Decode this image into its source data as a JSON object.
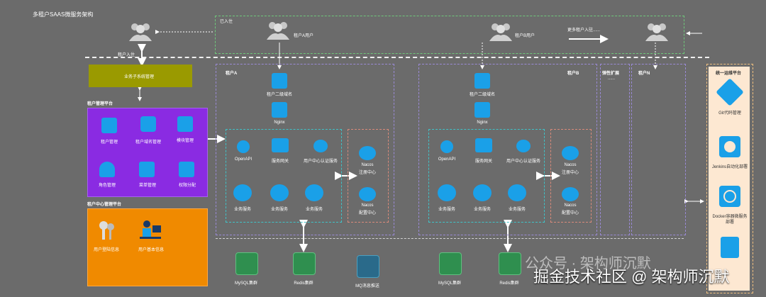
{
  "title": "多租户SAAS微服务架构",
  "top": {
    "entered": "已入住",
    "tenant_a": "租户A用户",
    "tenant_b": "租户B用户",
    "more": "更多租户入驻......",
    "tenant_entry": "租户入住"
  },
  "left": {
    "biz_mgmt": "业务子系统管理",
    "tenant_platform": "租户管理平台",
    "items": [
      "租户管理",
      "租户域名管理",
      "模块管理",
      "角色管理",
      "菜单管理",
      "权限分配"
    ],
    "user_center_platform": "租户中心管理平台",
    "user_items": [
      "用户登陆信息",
      "用户基本信息"
    ]
  },
  "zones": {
    "tenant_a": "租户A",
    "tenant_b": "租户B",
    "elastic": "弹性扩展",
    "elastic_dots": "......",
    "tenant_n": "租户N"
  },
  "cluster": {
    "domain": "租户二级域名",
    "nginx": "Nginx",
    "openapi": "OpenAPI",
    "gateway": "服务网关",
    "auth": "用户中心认证服务",
    "service": "业务服务",
    "nacos_reg": "Nacos\n注册中心",
    "nacos_cfg": "Nacos\n配置中心",
    "nacos_reg_a": "Nacos",
    "nacos_reg_b": "注册中心",
    "nacos_cfg_a": "Nacos",
    "nacos_cfg_b": "配置中心"
  },
  "storage": {
    "mysql": "MySQL集群",
    "redis": "Redis集群",
    "mq": "MQ消息推送"
  },
  "ops": {
    "title": "统一运维平台",
    "git": "Git代码管理",
    "jenkins": "Jenkins自动化部署",
    "docker_a": "Docker容器微服务",
    "docker_b": "部署"
  },
  "watermark": {
    "line1": "公众号 · 架构师沉默",
    "line2": "掘金技术社区 @ 架构师沉默"
  },
  "colors": {
    "bg": "#6b6b6b",
    "olive": "#9a9a00",
    "purple": "#8a2be2",
    "orange": "#f08a00",
    "blue": "#1aa0e8",
    "ops_bg": "#fde8d2"
  }
}
